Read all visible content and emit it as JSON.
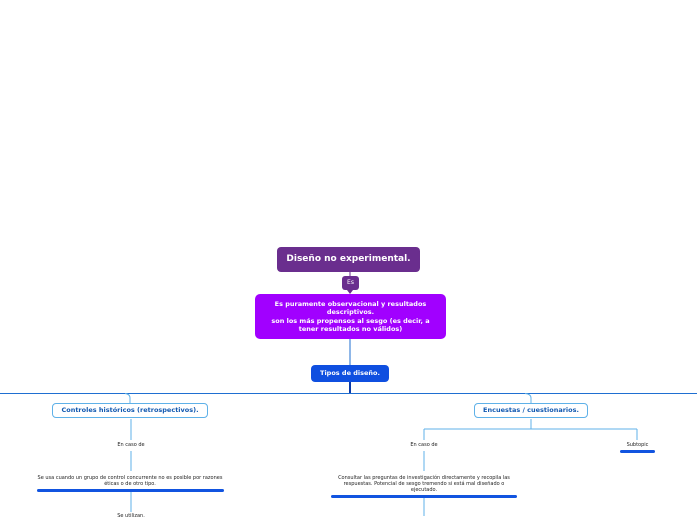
{
  "root": {
    "title": "Diseño no experimental."
  },
  "relation": {
    "label": "Es"
  },
  "description": {
    "line1": "Es puramente observacional y resultados descriptivos.",
    "line2": "son los más propensos al sesgo (es decir, a tener resultados no válidos)"
  },
  "types": {
    "title": "Tipos de diseño."
  },
  "branches": [
    {
      "title": "Controles históricos (retrospectivos).",
      "case_label": "En caso de",
      "detail": "Se usa cuando un grupo de control concurrente no es posible por razones éticas o de otro tipo.",
      "next": "Se utilizan."
    },
    {
      "title": "Encuestas / cuestionarios.",
      "case_label": "En caso de",
      "detail": "Consultar las preguntas de investigación directamente y recopila las respuestas. Potencial de sesgo tremendo si está mal diseñado o ejecutado.",
      "subtopic": "Subtopic"
    }
  ],
  "colors": {
    "root": "#6a2e8e",
    "description": "#a100ff",
    "types": "#0f4fe0",
    "connector": "#1f6fd1",
    "category_border": "#5fb1e8"
  }
}
